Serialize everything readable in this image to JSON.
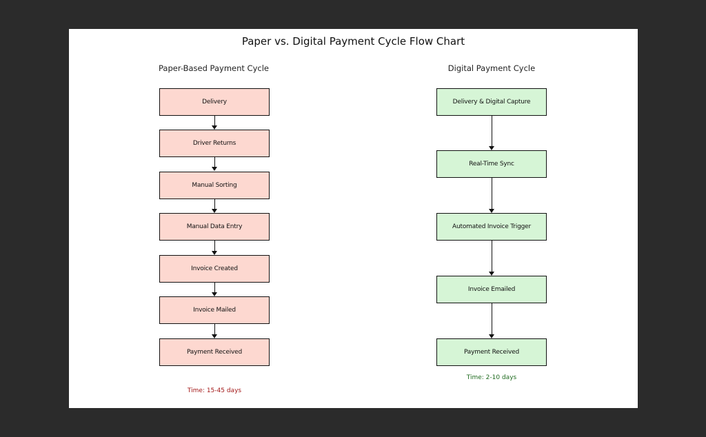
{
  "title": "Paper vs. Digital Payment Cycle Flow Chart",
  "paper": {
    "heading": "Paper-Based Payment Cycle",
    "steps": [
      "Delivery",
      "Driver Returns",
      "Manual Sorting",
      "Manual Data Entry",
      "Invoice Created",
      "Invoice Mailed",
      "Payment Received"
    ],
    "time": "Time: 15-45 days",
    "fill_color": "#fdd8d0",
    "time_color": "#a31818"
  },
  "digital": {
    "heading": "Digital Payment Cycle",
    "steps": [
      "Delivery & Digital Capture",
      "Real-Time Sync",
      "Automated Invoice Trigger",
      "Invoice Emailed",
      "Payment Received"
    ],
    "time": "Time: 2-10 days",
    "fill_color": "#d6f5d6",
    "time_color": "#1f6b1f"
  }
}
